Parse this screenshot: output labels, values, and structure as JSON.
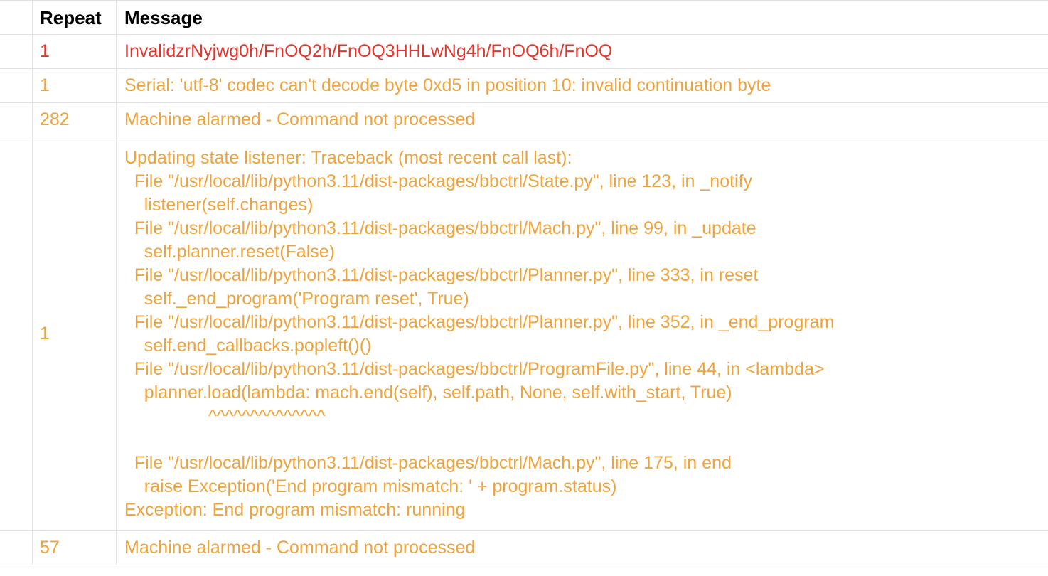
{
  "table": {
    "columns": [
      {
        "key": "spacer",
        "label": ""
      },
      {
        "key": "repeat",
        "label": "Repeat"
      },
      {
        "key": "message",
        "label": "Message"
      }
    ],
    "rows": [
      {
        "repeat": "1",
        "severity": "error",
        "message": "InvalidzrNyjwg0h/FnOQ2h/FnOQ3HHLwNg4h/FnOQ6h/FnOQ"
      },
      {
        "repeat": "1",
        "severity": "warning",
        "message": "Serial: 'utf-8' codec can't decode byte 0xd5 in position 10: invalid continuation byte"
      },
      {
        "repeat": "282",
        "severity": "warning",
        "message": "Machine alarmed - Command not processed"
      },
      {
        "repeat": "1",
        "severity": "warning",
        "message": "Updating state listener: Traceback (most recent call last):\n  File \"/usr/local/lib/python3.11/dist-packages/bbctrl/State.py\", line 123, in _notify\n    listener(self.changes)\n  File \"/usr/local/lib/python3.11/dist-packages/bbctrl/Mach.py\", line 99, in _update\n    self.planner.reset(False)\n  File \"/usr/local/lib/python3.11/dist-packages/bbctrl/Planner.py\", line 333, in reset\n    self._end_program('Program reset', True)\n  File \"/usr/local/lib/python3.11/dist-packages/bbctrl/Planner.py\", line 352, in _end_program\n    self.end_callbacks.popleft()()\n  File \"/usr/local/lib/python3.11/dist-packages/bbctrl/ProgramFile.py\", line 44, in <lambda>\n    planner.load(lambda: mach.end(self), self.path, None, self.with_start, True)\n                 ^^^^^^^^^^^^^^\n\n  File \"/usr/local/lib/python3.11/dist-packages/bbctrl/Mach.py\", line 175, in end\n    raise Exception('End program mismatch: ' + program.status)\nException: End program mismatch: running"
      },
      {
        "repeat": "57",
        "severity": "warning",
        "message": "Machine alarmed - Command not processed"
      }
    ]
  },
  "colors": {
    "error": "#e8332a",
    "warning": "#efa33c",
    "header_text": "#000000",
    "grid_line": "#e2e2e2",
    "background": "#ffffff"
  }
}
